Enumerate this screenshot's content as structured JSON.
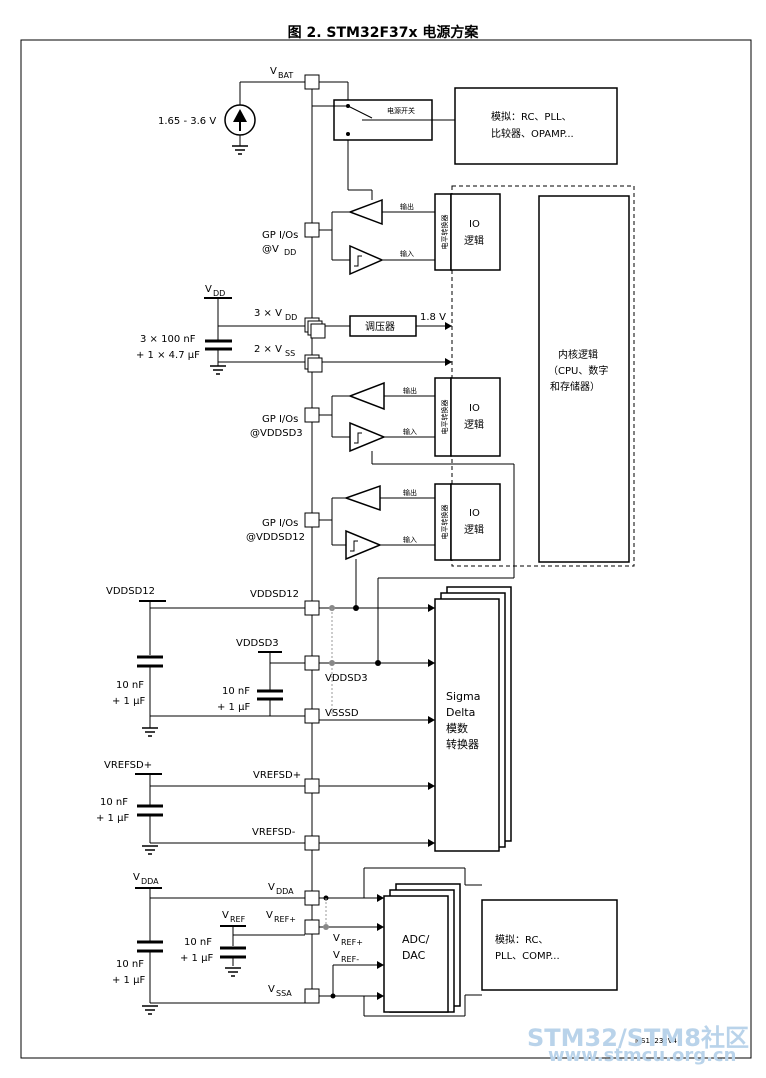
{
  "title": "图 2. STM32F37x 电源方案",
  "pins": {
    "vbat": "V",
    "vbat_sub": "BAT",
    "gpio_vdd_1": "GP I/Os",
    "gpio_vdd_2": "@V",
    "gpio_vdd_sub": "DD",
    "vdd_ext": "V",
    "vdd_ext_sub": "DD",
    "vdd3": "3 × V",
    "vdd3_sub": "DD",
    "vss2": "2 × V",
    "vss2_sub": "SS",
    "gpio_sd3_1": "GP I/Os",
    "gpio_sd3_2": "@VDDSD3",
    "gpio_sd12_1": "GP I/Os",
    "gpio_sd12_2": "@VDDSD12",
    "vddsd12_ext": "VDDSD12",
    "vddsd12_int": "VDDSD12",
    "vddsd3_ext": "VDDSD3",
    "vddsd3_int": "VDDSD3",
    "vsssd": "VSSSD",
    "vrefsd_plus_ext": "VREFSD+",
    "vrefsd_plus_int": "VREFSD+",
    "vrefsd_minus": "VREFSD-",
    "vdda_ext": "V",
    "vdda_ext_sub": "DDA",
    "vdda_int": "V",
    "vdda_int_sub": "DDA",
    "vref_ext": "V",
    "vref_ext_sub": "REF",
    "vref_plus": "V",
    "vref_plus_sub": "REF+",
    "vref_plus_adc": "V",
    "vref_plus_adc_sub": "REF+",
    "vref_minus_adc": "V",
    "vref_minus_adc_sub": "REF-",
    "vssa": "V",
    "vssa_sub": "SSA"
  },
  "components": {
    "battery_range": "1.65 - 3.6 V",
    "power_switch": "电源开关",
    "analog_top": [
      "模拟：RC、PLL、",
      "比较器、OPAMP..."
    ],
    "io_logic": [
      "IO",
      "逻辑"
    ],
    "level_shifter": "电平转换器",
    "out_label": "输出",
    "in_label": "输入",
    "regulator": "调压器",
    "regulator_out": "1.8 V",
    "core_logic": [
      "内核逻辑",
      "（CPU、数字",
      "和存储器）"
    ],
    "vdd_caps": [
      "3 × 100 nF",
      "+ 1 × 4.7 μF"
    ],
    "sd12_caps": [
      "10 nF",
      "+ 1 μF"
    ],
    "sd3_caps": [
      "10 nF",
      "+ 1 μF"
    ],
    "vrefsd_caps": [
      "10 nF",
      "+ 1 μF"
    ],
    "vdda_caps": [
      "10 nF",
      "+ 1 μF"
    ],
    "vref_caps": [
      "10 nF",
      "+ 1 μF"
    ],
    "sigma_delta": [
      "Sigma",
      "Delta",
      "模数",
      "转换器"
    ],
    "adc_dac": [
      "ADC/",
      "DAC"
    ],
    "analog_bottom": [
      "模拟：RC、",
      "PLL、COMP..."
    ],
    "ref_code": "MS19232V4"
  },
  "watermark": {
    "line1": "STM32/STM8社区",
    "line2": "www.stmcu.org.cn"
  }
}
